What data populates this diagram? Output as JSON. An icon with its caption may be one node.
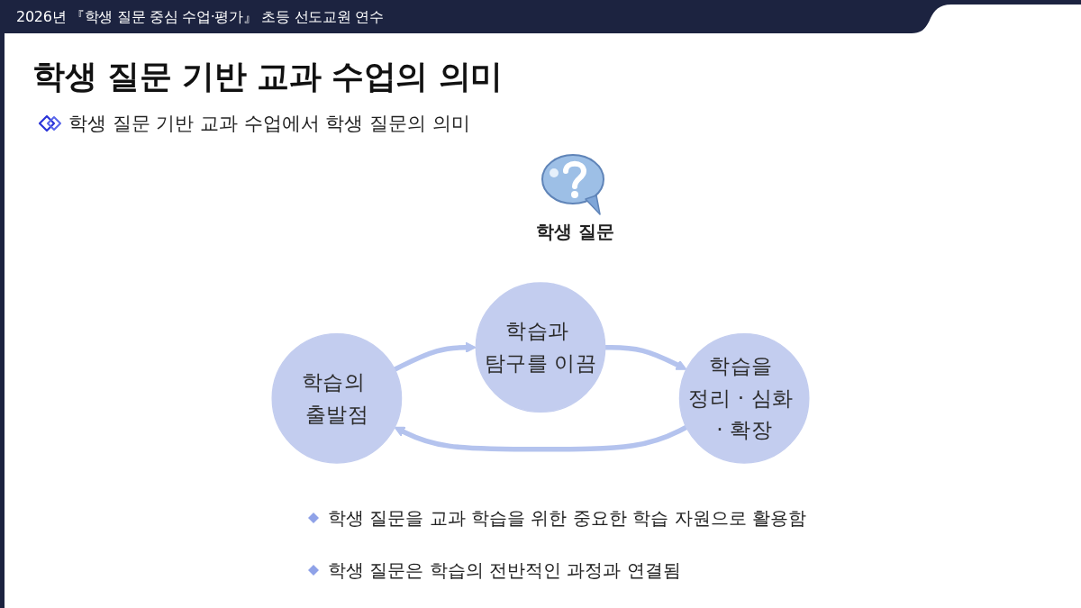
{
  "diagram": {
    "title": "학생 질문 기반 교과 수업의 의미",
    "nodes": [
      {
        "text": [
          "학습과 탐구를 이끔"
        ]
      },
      {
        "text": [
          "학습의 출발점"
        ]
      },
      {
        "text": [
          "학습을 정리 · 심화 · 확장"
        ]
      }
    ],
    "edges": [
      {
        "from": 1,
        "to": 0,
        "arrow": "to"
      },
      {
        "from": 0,
        "to": 2,
        "arrow": "to"
      },
      {
        "from": 2,
        "to": 1,
        "arrow": "to"
      }
    ],
    "labels": [
      "2026년 『학생 질문 중심 수업·평가』 초등 선도교원 연수",
      "학생 질문 기반 교과 수업에서 학생 질문의 의미",
      "학생 질문",
      "학생 질문을 교과 학습을 위한 중요한 학습 자원으로 활용함",
      "학생 질문은 학습의 전반적인 과정과 연결됨"
    ]
  }
}
